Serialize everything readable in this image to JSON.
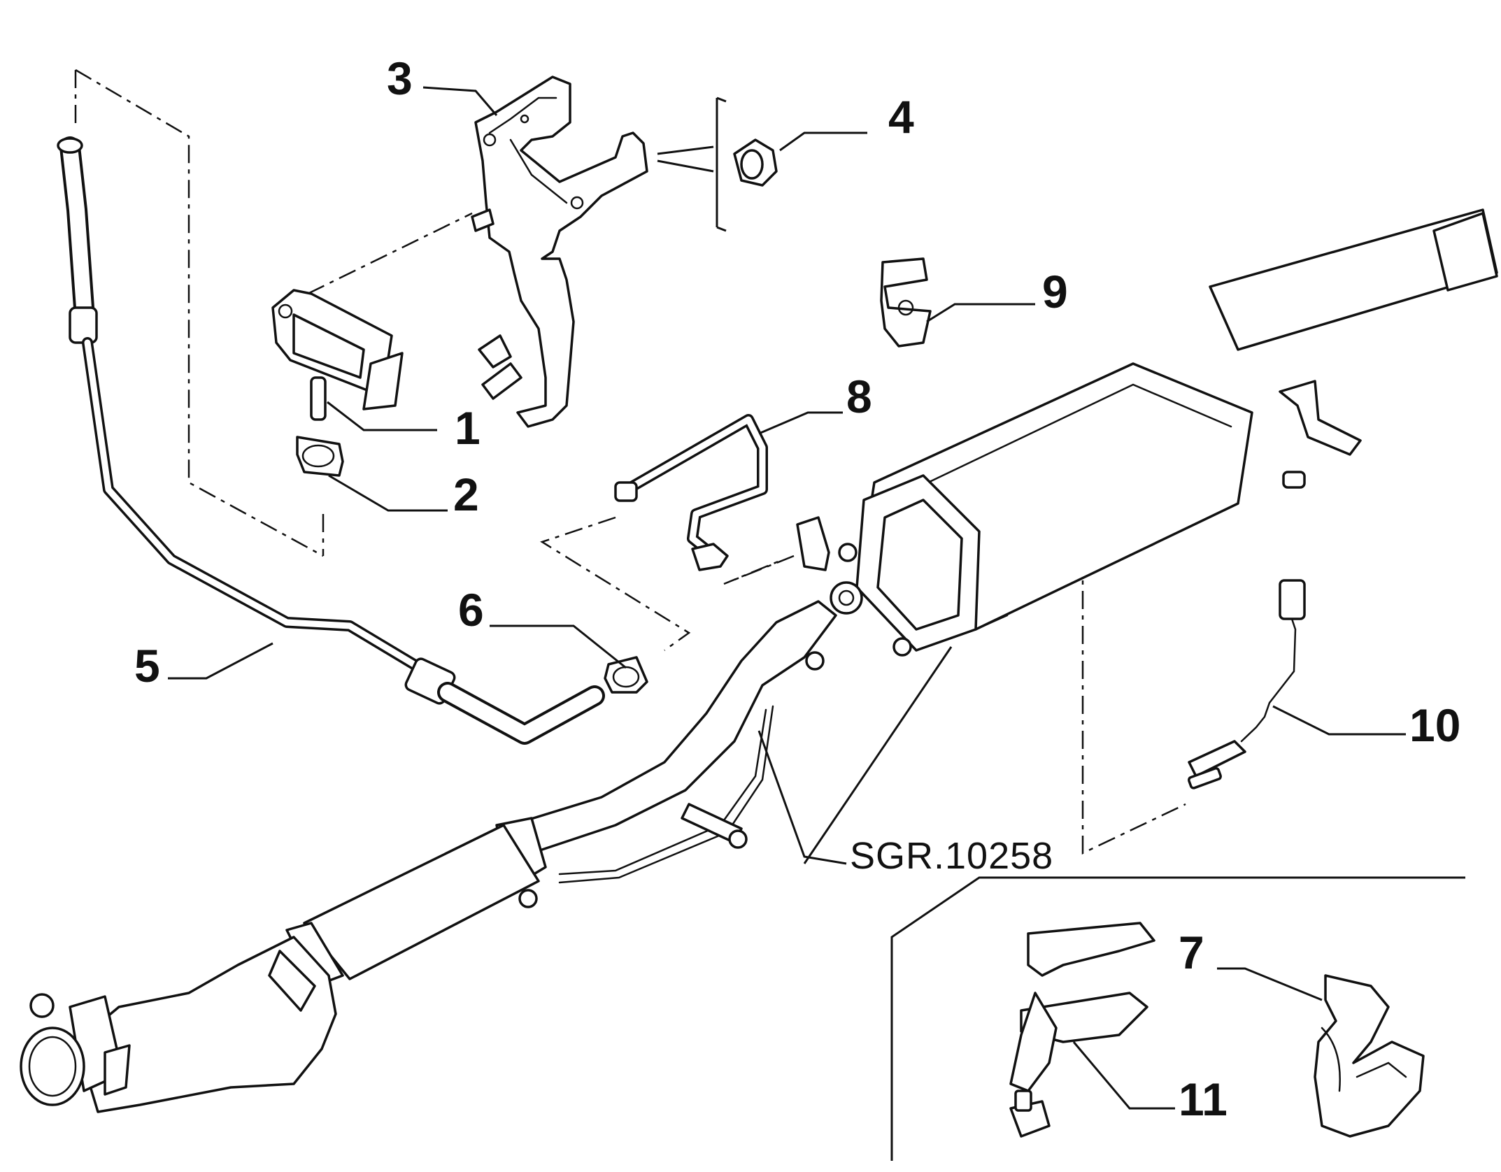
{
  "callouts": {
    "c1": "1",
    "c2": "2",
    "c3": "3",
    "c4": "4",
    "c5": "5",
    "c6": "6",
    "c7": "7",
    "c8": "8",
    "c9": "9",
    "c10": "10",
    "c11": "11"
  },
  "reference_code": "SGR.10258",
  "colors": {
    "line": "#111111",
    "background": "#ffffff"
  }
}
